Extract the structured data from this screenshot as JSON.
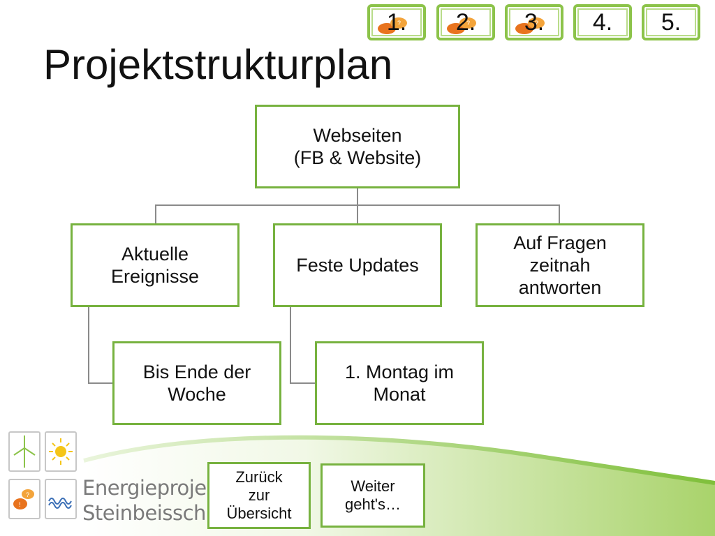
{
  "slide": {
    "title": "Projektstrukturplan"
  },
  "steps": [
    {
      "label": "1.",
      "icon": "speech-bubbles-icon"
    },
    {
      "label": "2.",
      "icon": "speech-bubbles-icon"
    },
    {
      "label": "3.",
      "icon": "speech-bubbles-icon"
    },
    {
      "label": "4."
    },
    {
      "label": "5."
    }
  ],
  "chart": {
    "root": {
      "line1": "Webseiten",
      "line2": "(FB & Website)"
    },
    "branches": [
      {
        "line1": "Aktuelle",
        "line2": "Ereignisse",
        "child": {
          "line1": "Bis Ende der",
          "line2": "Woche"
        }
      },
      {
        "line1": "Feste Updates",
        "child": {
          "line1": "1. Montag im",
          "line2": "Monat"
        }
      },
      {
        "line1": "Auf Fragen",
        "line2": "zeitnah",
        "line3": "antworten"
      }
    ]
  },
  "footer": {
    "logo_line1": "Energieprojekt",
    "logo_line2": "Steinbeisschule",
    "back_button": "Zurück\nzur\nÜbersicht",
    "next_button": "Weiter\ngeht's…"
  },
  "colors": {
    "accent_green": "#77b23f",
    "connector_gray": "#8a8a8a",
    "bubble_orange": "#e8731e"
  }
}
